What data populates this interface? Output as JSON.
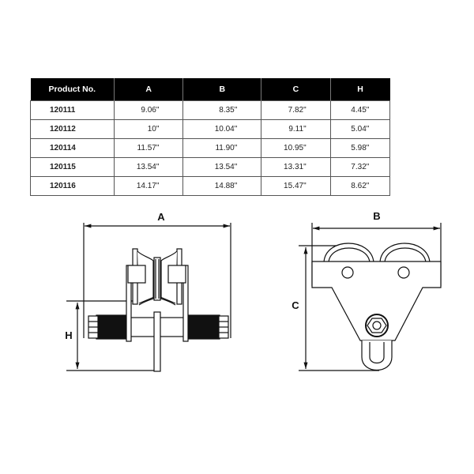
{
  "table": {
    "headers": [
      "Product No.",
      "A",
      "B",
      "C",
      "H"
    ],
    "rows": [
      [
        "120111",
        "9.06\"",
        "8.35\"",
        "7.82\"",
        "4.45\""
      ],
      [
        "120112",
        "10\"",
        "10.04\"",
        "9.11\"",
        "5.04\""
      ],
      [
        "120114",
        "11.57\"",
        "11.90\"",
        "10.95\"",
        "5.98\""
      ],
      [
        "120115",
        "13.54\"",
        "13.54\"",
        "13.31\"",
        "7.32\""
      ],
      [
        "120116",
        "14.17\"",
        "14.88\"",
        "15.47\"",
        "8.62\""
      ]
    ]
  },
  "side_view": {
    "label_width": "A",
    "label_height": "H"
  },
  "front_view": {
    "label_width": "B",
    "label_height": "C"
  }
}
